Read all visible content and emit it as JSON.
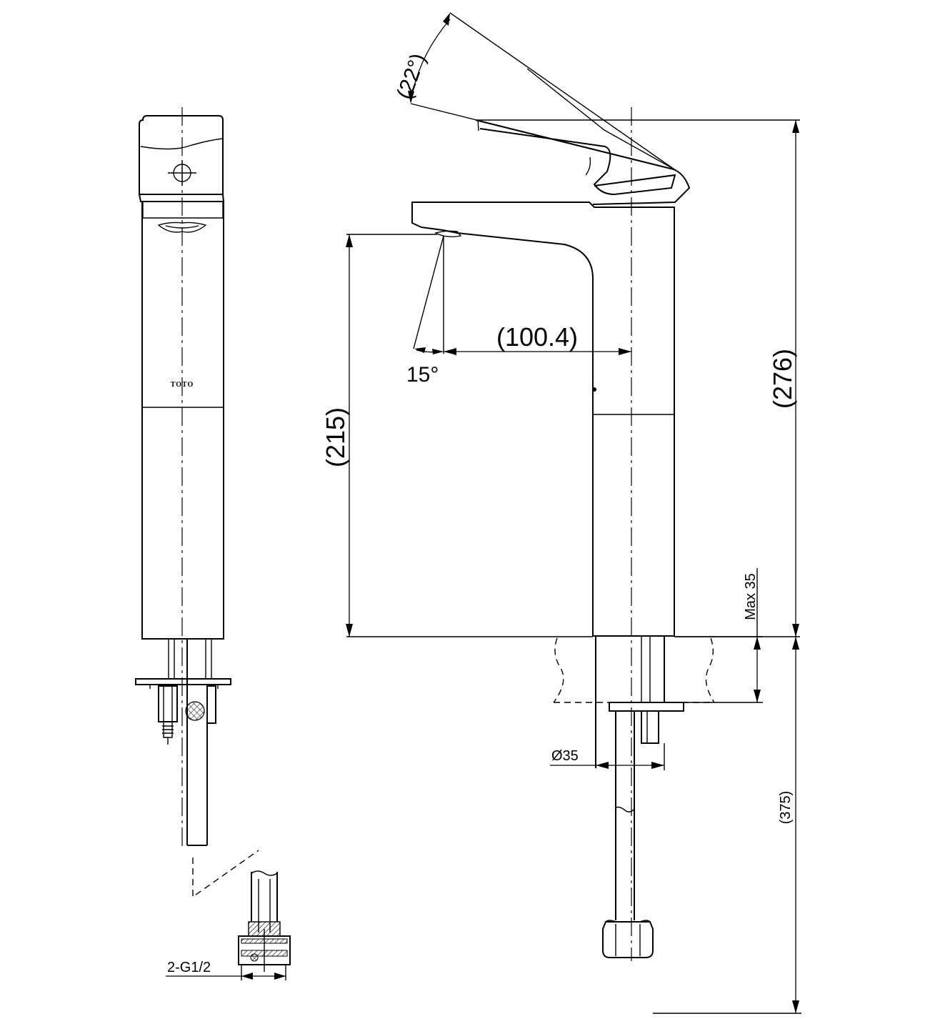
{
  "dimensions": {
    "lever_angle": "(22°)",
    "overall_height": "(276)",
    "spout_height": "(215)",
    "spout_reach": "(100.4)",
    "spray_angle": "15°",
    "deck_thickness": "Max 35",
    "body_diameter": "Ø35",
    "hose_length": "(375)",
    "connection_thread": "2-G1/2"
  },
  "brand_mark": "TOTO"
}
